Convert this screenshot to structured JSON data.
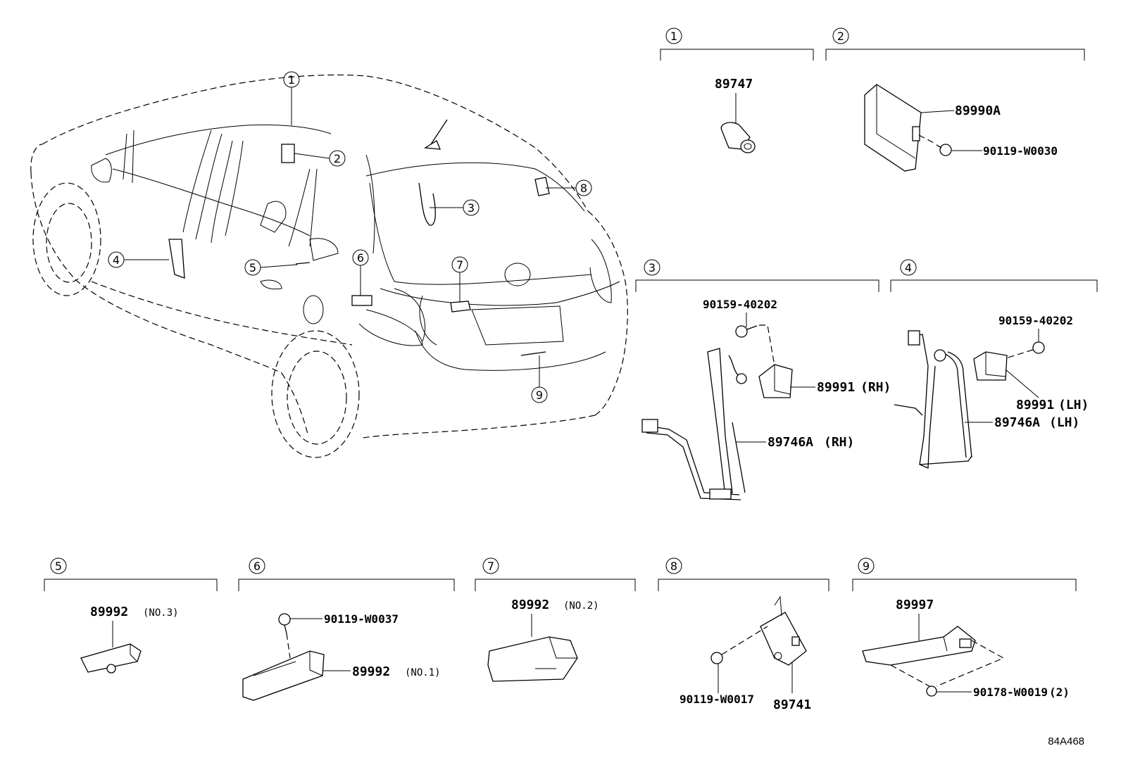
{
  "diagram": {
    "reference_code": "84A468",
    "vehicle_callouts": [
      "1",
      "2",
      "3",
      "4",
      "5",
      "6",
      "7",
      "8",
      "9"
    ],
    "groups": [
      {
        "index": "1",
        "parts": [
          {
            "number": "89747",
            "note": ""
          }
        ]
      },
      {
        "index": "2",
        "parts": [
          {
            "number": "89990A",
            "note": ""
          },
          {
            "number": "90119-W0030",
            "note": ""
          }
        ]
      },
      {
        "index": "3",
        "parts": [
          {
            "number": "90159-40202",
            "note": ""
          },
          {
            "number": "89991",
            "note": "(RH)"
          },
          {
            "number": "89746A",
            "note": "(RH)"
          }
        ]
      },
      {
        "index": "4",
        "parts": [
          {
            "number": "90159-40202",
            "note": ""
          },
          {
            "number": "89991",
            "note": "(LH)"
          },
          {
            "number": "89746A",
            "note": "(LH)"
          }
        ]
      },
      {
        "index": "5",
        "parts": [
          {
            "number": "89992",
            "note": "(NO.3)"
          }
        ]
      },
      {
        "index": "6",
        "parts": [
          {
            "number": "90119-W0037",
            "note": ""
          },
          {
            "number": "89992",
            "note": "(NO.1)"
          }
        ]
      },
      {
        "index": "7",
        "parts": [
          {
            "number": "89992",
            "note": "(NO.2)"
          }
        ]
      },
      {
        "index": "8",
        "parts": [
          {
            "number": "90119-W0017",
            "note": ""
          },
          {
            "number": "89741",
            "note": ""
          }
        ]
      },
      {
        "index": "9",
        "parts": [
          {
            "number": "89997",
            "note": ""
          },
          {
            "number": "90178-W0019",
            "note": "(2)"
          }
        ]
      }
    ]
  }
}
